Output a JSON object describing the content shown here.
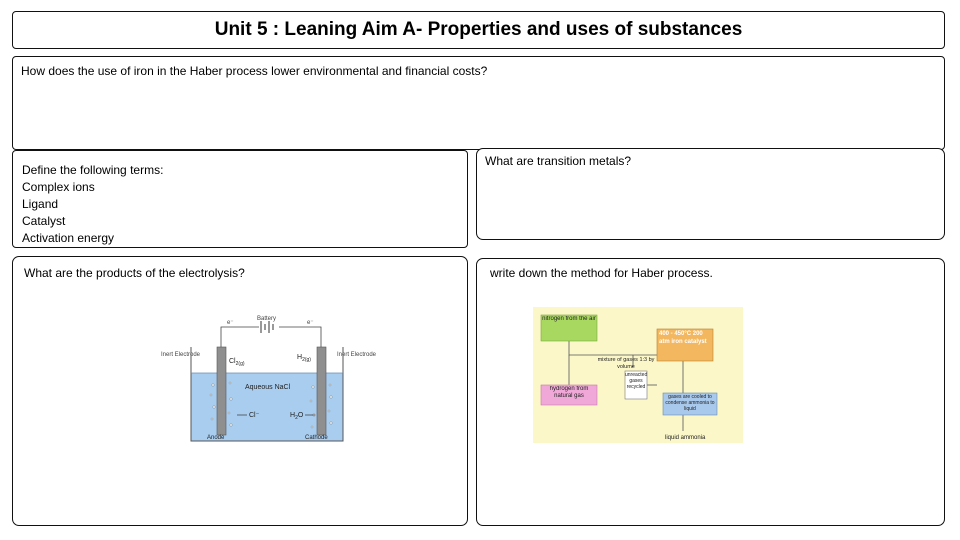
{
  "title": "Unit 5 : Leaning Aim A- Properties and uses of substances",
  "iron_question": "How does the use of iron in the Haber process lower environmental and financial costs?",
  "terms": {
    "heading": "Define the following terms:",
    "items": [
      "Complex ions",
      "Ligand",
      "Catalyst",
      "Activation energy"
    ]
  },
  "transition_question": "What are transition metals?",
  "electrolysis": {
    "question": "What are the products of the electrolysis?",
    "diagram": {
      "battery": "Battery",
      "electron_left": "e⁻",
      "electron_right": "e⁻",
      "inert_left": "Inert Electrode",
      "inert_right": "Inert Electrode",
      "cl2": "Cl",
      "cl2_sub": "2(g)",
      "h2": "H",
      "h2_sub": "2(g)",
      "solution": "Aqueous NaCl",
      "chloride": "Cl⁻",
      "water": "H",
      "water_sub": "2",
      "water_o": "O",
      "anode": "Anode",
      "cathode": "Cathode"
    }
  },
  "haber": {
    "question": "write down the method for Haber process.",
    "diagram": {
      "nitrogen": "nitrogen from the air",
      "hydrogen": "hydrogen from natural gas",
      "ratio": "mixture of gases 1:3 by volume",
      "reactor": "400 - 450°C 200 atm iron catalyst",
      "unreacted": "unreacted gases recycled",
      "cooled": "gases are cooled to condense ammonia to liquid",
      "ammonia": "liquid ammonia"
    }
  },
  "colors": {
    "green_box": "#a8d860",
    "orange_box": "#f2b75f",
    "pink_box": "#f0a8d8",
    "blue_box": "#a8c8ec",
    "diagram_bg": "#fbf7c8",
    "solution_blue": "#a9cdef"
  }
}
